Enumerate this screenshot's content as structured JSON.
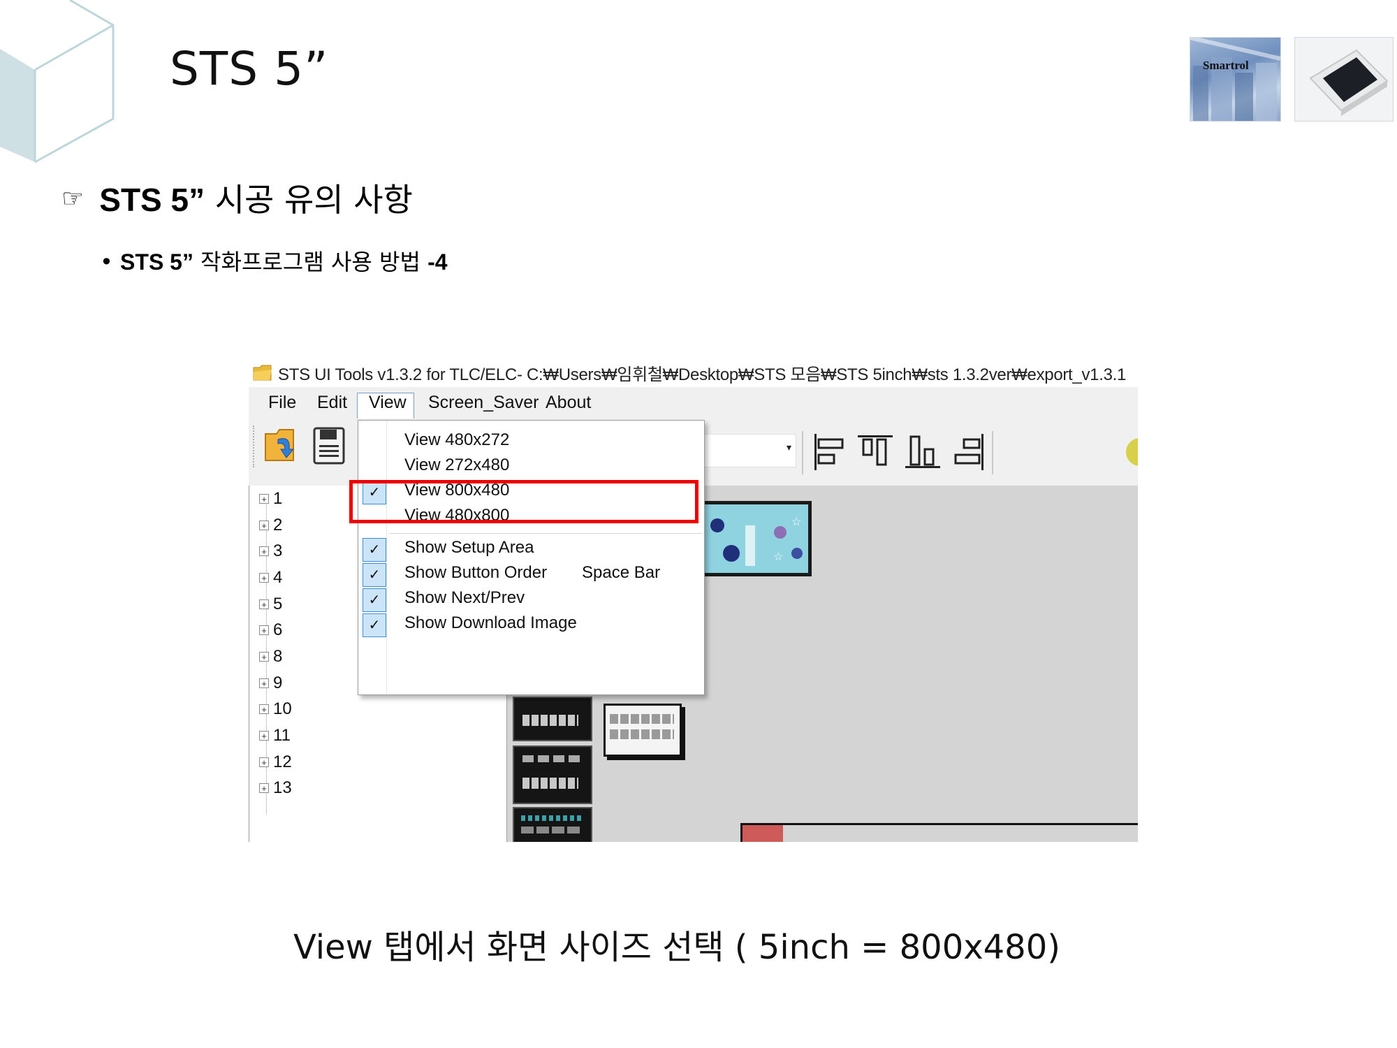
{
  "slide": {
    "title": "STS 5”",
    "section_heading_bold": "STS 5”",
    "section_heading_rest": " 시공 유의 사항",
    "section_heading_icon": "hand-pointing-right-icon",
    "sub_heading_bold": "STS 5”",
    "sub_heading_rest": " 작화프로그램 사용 방법 ",
    "sub_heading_suffix": "-4",
    "caption": "View 탭에서 화면 사이즈 선택 ( 5inch = 800x480)",
    "logo_text": "Smartrol"
  },
  "screenshot": {
    "window_title": "STS UI Tools v1.3.2 for TLC/ELC- C:₩Users₩임휘철₩Desktop₩STS 모음₩STS 5inch₩sts 1.3.2ver₩export_v1.3.1",
    "menu": [
      "File",
      "Edit",
      "View",
      "Screen_Saver",
      "About"
    ],
    "dropdown": {
      "size_options": [
        {
          "label": "View 480x272",
          "checked": false
        },
        {
          "label": "View 272x480",
          "checked": false
        },
        {
          "label": "View 800x480",
          "checked": true
        },
        {
          "label": "View 480x800",
          "checked": false
        }
      ],
      "show_options": [
        {
          "label": "Show Setup Area",
          "checked": true
        },
        {
          "label": "Show Button Order",
          "checked": true,
          "shortcut": "Space Bar"
        },
        {
          "label": "Show Next/Prev",
          "checked": true
        },
        {
          "label": "Show Download Image",
          "checked": true
        }
      ],
      "highlighted": "View 800x480"
    },
    "tree_items": [
      "1",
      "2",
      "3",
      "4",
      "5",
      "6",
      "8",
      "9",
      "10",
      "11",
      "12",
      "13"
    ],
    "tree_expander": "+",
    "toolbar_icons": [
      "open-folder-icon",
      "save-disk-icon",
      "align-justify-icon",
      "word-wrap-icon",
      "align-left-icon",
      "align-top-icon",
      "align-bottom-icon",
      "align-right-icon"
    ]
  }
}
